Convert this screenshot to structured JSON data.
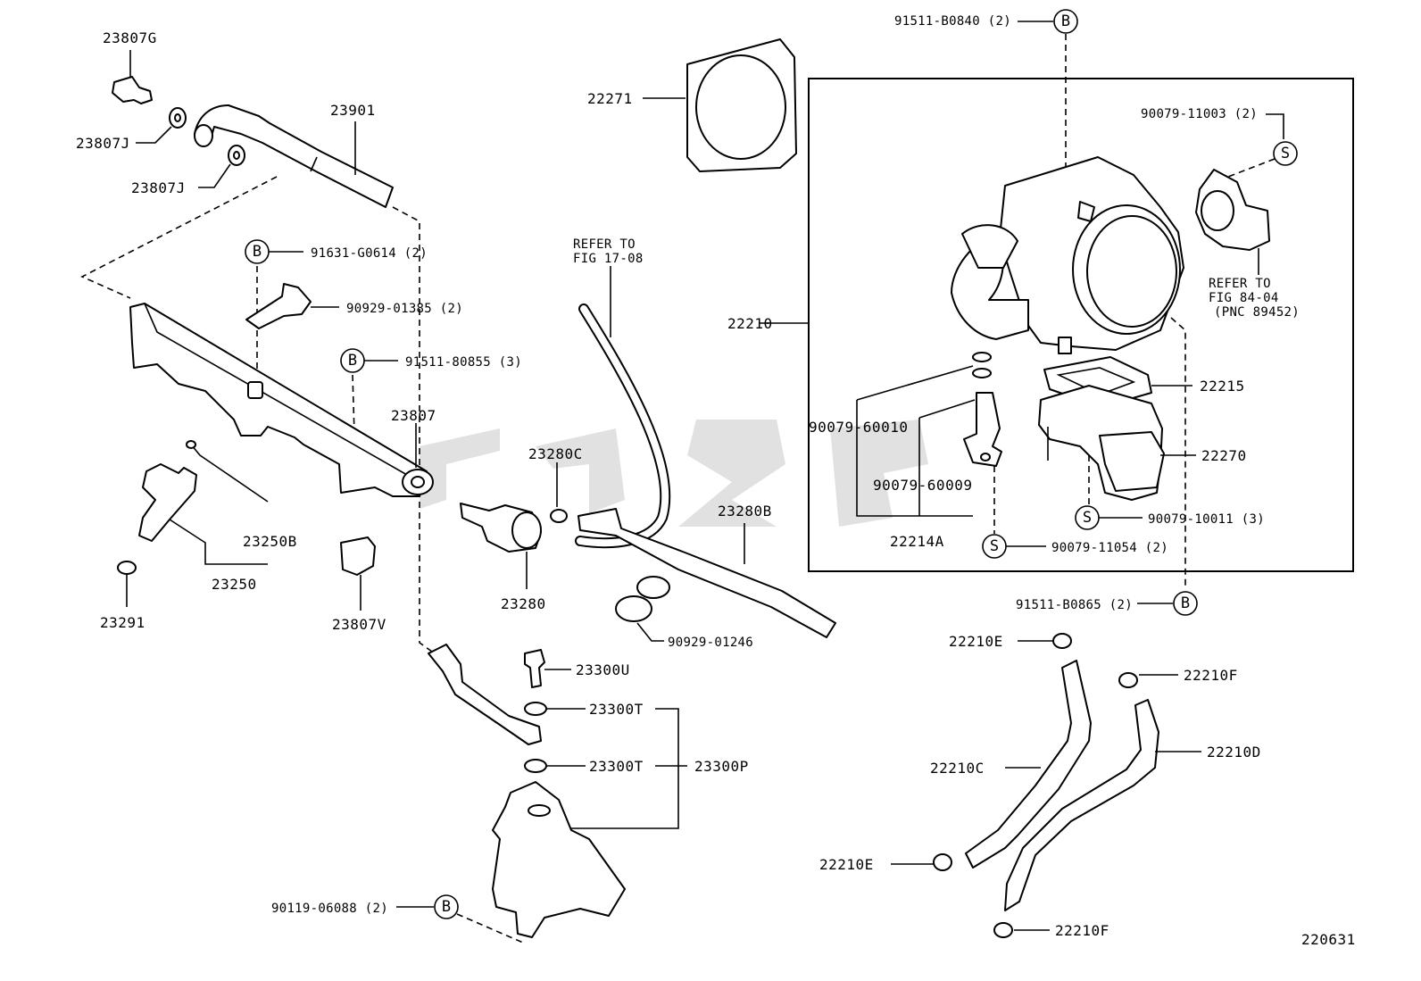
{
  "labels": {
    "p23807G": "23807G",
    "p23807J_a": "23807J",
    "p23807J_b": "23807J",
    "p23901": "23901",
    "p91631": "91631-G0614 (2)",
    "p90929_01385": "90929-01385 (2)",
    "p91511_80855": "91511-80855 (3)",
    "p23807": "23807",
    "p23250B": "23250B",
    "p23250": "23250",
    "p23291": "23291",
    "p23807V": "23807V",
    "p23280C": "23280C",
    "p23280": "23280",
    "p23280B": "23280B",
    "p90929_01246": "90929-01246",
    "p23300U": "23300U",
    "p23300T_a": "23300T",
    "p23300T_b": "23300T",
    "p23300P": "23300P",
    "p90119": "90119-06088 (2)",
    "p22271": "22271",
    "p91511_B0840": "91511-B0840 (2)",
    "p90079_11003": "90079-11003 (2)",
    "p22210": "22210",
    "p22215": "22215",
    "p90079_60010": "90079-60010",
    "p90079_60009": "90079-60009",
    "p22270": "22270",
    "p22214A": "22214A",
    "p90079_10011": "90079-10011 (3)",
    "p90079_11054": "90079-11054 (2)",
    "p91511_B0865": "91511-B0865 (2)",
    "p22210E_a": "22210E",
    "p22210F_a": "22210F",
    "p22210D": "22210D",
    "p22210C": "22210C",
    "p22210E_b": "22210E",
    "p22210F_b": "22210F",
    "fig_number": "220631"
  },
  "refer_notes": {
    "fuel_hose": [
      "REFER TO",
      "FIG 17-08"
    ],
    "sensor": [
      "REFER TO",
      "FIG 84-04",
      "(PNC 89452)"
    ]
  },
  "badges": {
    "b1": "B",
    "b2": "B",
    "b3": "B",
    "b4": "B",
    "b5": "B",
    "s1": "S",
    "s2": "S",
    "s3": "S"
  }
}
